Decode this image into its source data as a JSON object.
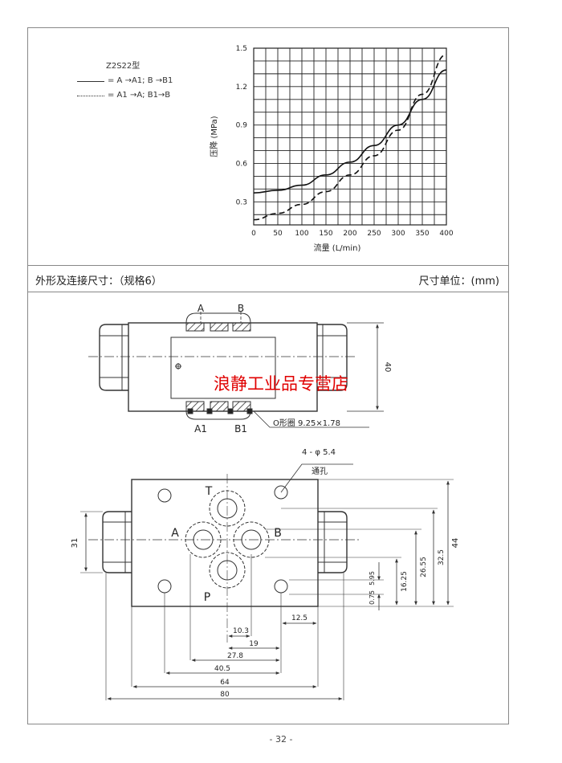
{
  "legend": {
    "title": "Z2S22型",
    "solid_label": "= A →A1; B →B1",
    "dashed_label": "= A1 →A; B1→B"
  },
  "chart_data": {
    "type": "line",
    "xlabel": "流量 (L/min)",
    "ylabel": "压降 (MPa)",
    "x_ticks": [
      0,
      50,
      100,
      150,
      200,
      250,
      300,
      350,
      400
    ],
    "y_ticks": [
      0.3,
      0.6,
      0.9,
      1.2,
      1.5
    ],
    "xlim": [
      0,
      400
    ],
    "ylim": [
      0.12,
      1.5
    ],
    "grid": true,
    "series": [
      {
        "style": "solid",
        "x": [
          0,
          50,
          100,
          150,
          200,
          250,
          300,
          350,
          400
        ],
        "y": [
          0.37,
          0.39,
          0.43,
          0.51,
          0.61,
          0.74,
          0.9,
          1.1,
          1.33
        ]
      },
      {
        "style": "dashed",
        "x": [
          0,
          50,
          100,
          150,
          200,
          250,
          300,
          350,
          400
        ],
        "y": [
          0.16,
          0.21,
          0.28,
          0.38,
          0.51,
          0.66,
          0.86,
          1.14,
          1.45
        ]
      }
    ]
  },
  "section": {
    "title": "外形及连接尺寸：（规格6）",
    "unit": "尺寸单位：(mm)"
  },
  "drawing": {
    "port_A": "A",
    "port_B": "B",
    "port_A1": "A1",
    "port_B1": "B1",
    "port_T": "T",
    "port_P": "P",
    "dim_40": "40",
    "oring": "O形圈 9.25×1.78",
    "watermark": "浪静工业品专营店",
    "holes_note": "4 - φ 5.4",
    "through": "通孔",
    "dim_31": "31",
    "dim_44": "44",
    "dim_32_5": "32.5",
    "dim_26_55": "26.55",
    "dim_16_25": "16.25",
    "dim_5_95": "5.95",
    "dim_0_75": "0.75",
    "dim_12_5": "12.5",
    "dim_10_3": "10.3",
    "dim_19": "19",
    "dim_27_8": "27.8",
    "dim_40_5": "40.5",
    "dim_64": "64",
    "dim_80": "80"
  },
  "page_number": "- 32 -"
}
